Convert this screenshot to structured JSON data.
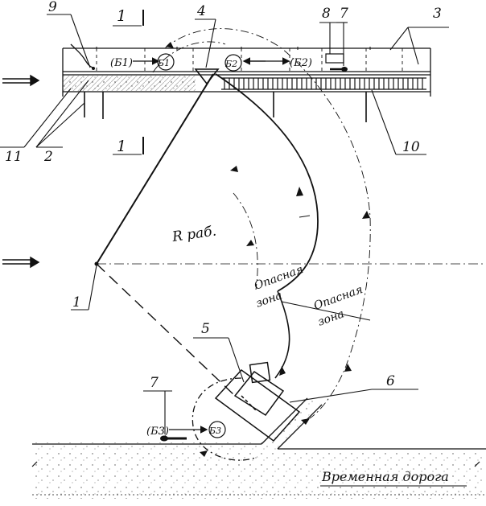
{
  "callouts": {
    "n1_top": "1",
    "n4": "4",
    "n8": "8",
    "n7_top": "7",
    "n3": "3",
    "n9": "9",
    "n11": "11",
    "n2": "2",
    "n1_bottom_section": "1",
    "n10": "10",
    "n1_crane": "1",
    "n5": "5",
    "n6": "6",
    "n7_bottom": "7"
  },
  "block_markers": {
    "b1_paren": "(Б1)",
    "b1_circle": "Б1",
    "b2_circle": "Б2",
    "b2_paren": "(Б2)",
    "b3_paren": "(Б3)",
    "b3_circle": "Б3"
  },
  "labels": {
    "radius": "R раб.",
    "danger_zone_a_line1": "Опасная",
    "danger_zone_a_line2": "зона",
    "danger_zone_b_line1": "Опасная",
    "danger_zone_b_line2": "зона",
    "road": "Временная дорога"
  },
  "colors": {
    "ink": "#111111",
    "paper": "#ffffff"
  }
}
